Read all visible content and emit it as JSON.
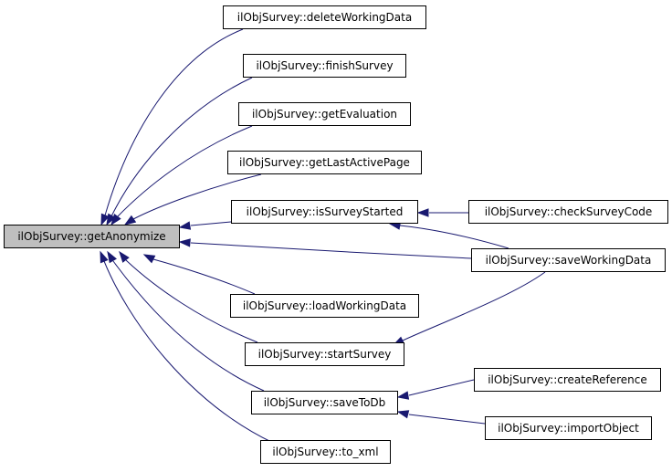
{
  "graph": {
    "nodes": {
      "getAnonymize": "ilObjSurvey::getAnonymize",
      "deleteWorkingData": "ilObjSurvey::deleteWorkingData",
      "finishSurvey": "ilObjSurvey::finishSurvey",
      "getEvaluation": "ilObjSurvey::getEvaluation",
      "getLastActivePage": "ilObjSurvey::getLastActivePage",
      "isSurveyStarted": "ilObjSurvey::isSurveyStarted",
      "loadWorkingData": "ilObjSurvey::loadWorkingData",
      "startSurvey": "ilObjSurvey::startSurvey",
      "saveToDb": "ilObjSurvey::saveToDb",
      "to_xml": "ilObjSurvey::to_xml",
      "checkSurveyCode": "ilObjSurvey::checkSurveyCode",
      "saveWorkingData": "ilObjSurvey::saveWorkingData",
      "createReference": "ilObjSurvey::createReference",
      "importObject": "ilObjSurvey::importObject"
    },
    "edges": [
      {
        "from": "deleteWorkingData",
        "to": "getAnonymize"
      },
      {
        "from": "finishSurvey",
        "to": "getAnonymize"
      },
      {
        "from": "getEvaluation",
        "to": "getAnonymize"
      },
      {
        "from": "getLastActivePage",
        "to": "getAnonymize"
      },
      {
        "from": "isSurveyStarted",
        "to": "getAnonymize"
      },
      {
        "from": "saveWorkingData",
        "to": "getAnonymize"
      },
      {
        "from": "loadWorkingData",
        "to": "getAnonymize"
      },
      {
        "from": "startSurvey",
        "to": "getAnonymize"
      },
      {
        "from": "saveToDb",
        "to": "getAnonymize"
      },
      {
        "from": "to_xml",
        "to": "getAnonymize"
      },
      {
        "from": "checkSurveyCode",
        "to": "isSurveyStarted"
      },
      {
        "from": "saveWorkingData",
        "to": "isSurveyStarted"
      },
      {
        "from": "saveWorkingData",
        "to": "startSurvey"
      },
      {
        "from": "createReference",
        "to": "saveToDb"
      },
      {
        "from": "importObject",
        "to": "saveToDb"
      }
    ],
    "colors": {
      "edge": "#191970",
      "focus_fill": "#bfbfbf",
      "node_fill": "#ffffff",
      "node_border": "#000000"
    }
  }
}
